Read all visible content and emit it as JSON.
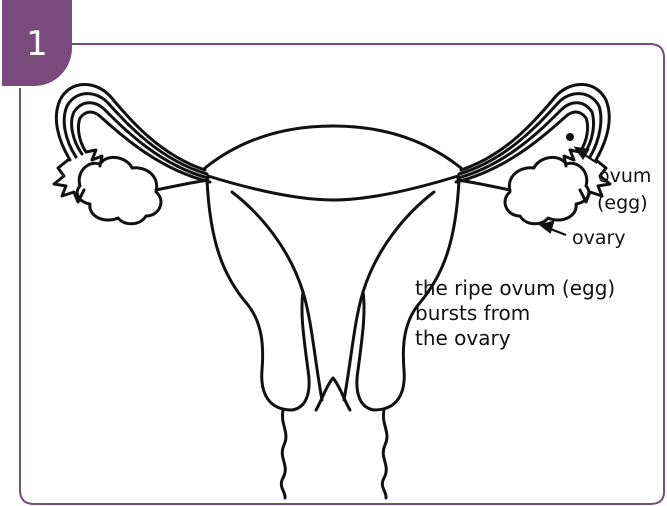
{
  "step": {
    "number": "1"
  },
  "labels": {
    "ovum": "ovum",
    "egg": "(egg)",
    "ovary": "ovary"
  },
  "caption": {
    "line1": "the ripe ovum (egg)",
    "line2": "bursts from",
    "line3": "the ovary"
  },
  "colors": {
    "frame": "#7a4a7e",
    "line": "#111111",
    "background": "#ffffff"
  }
}
